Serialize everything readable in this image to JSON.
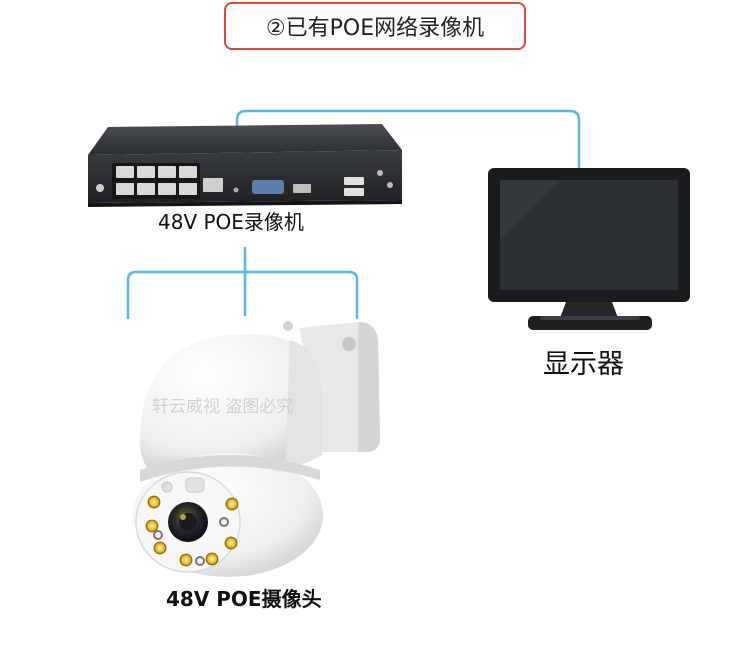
{
  "title": "②已有POE网络录像机",
  "labels": {
    "nvr": "48V POE录像机",
    "monitor": "显示器",
    "camera": "48V POE摄像头"
  },
  "watermark": "轩云威视 盗图必究",
  "colors": {
    "title_border": "#d94a3a",
    "cable": "#5ab7e3",
    "nvr_body": "#2a2d30",
    "camera_body": "#f4f4f4"
  }
}
